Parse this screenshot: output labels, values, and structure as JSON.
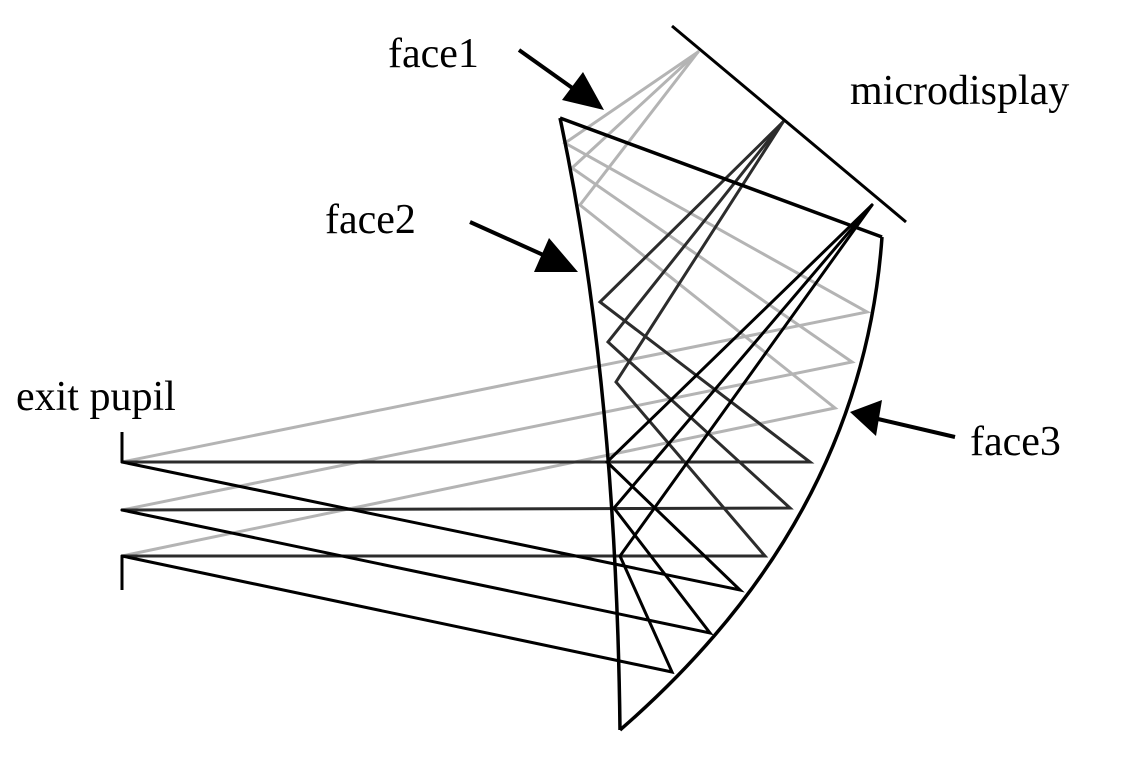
{
  "labels": {
    "face1": "face1",
    "face2": "face2",
    "face3": "face3",
    "microdisplay": "microdisplay",
    "exit_pupil": "exit pupil"
  },
  "colors": {
    "ink": "#000000",
    "ray_light": "#b4b4b4",
    "ray_mid": "#2c2c2c",
    "ray_dark": "#000000",
    "background": "#ffffff"
  }
}
